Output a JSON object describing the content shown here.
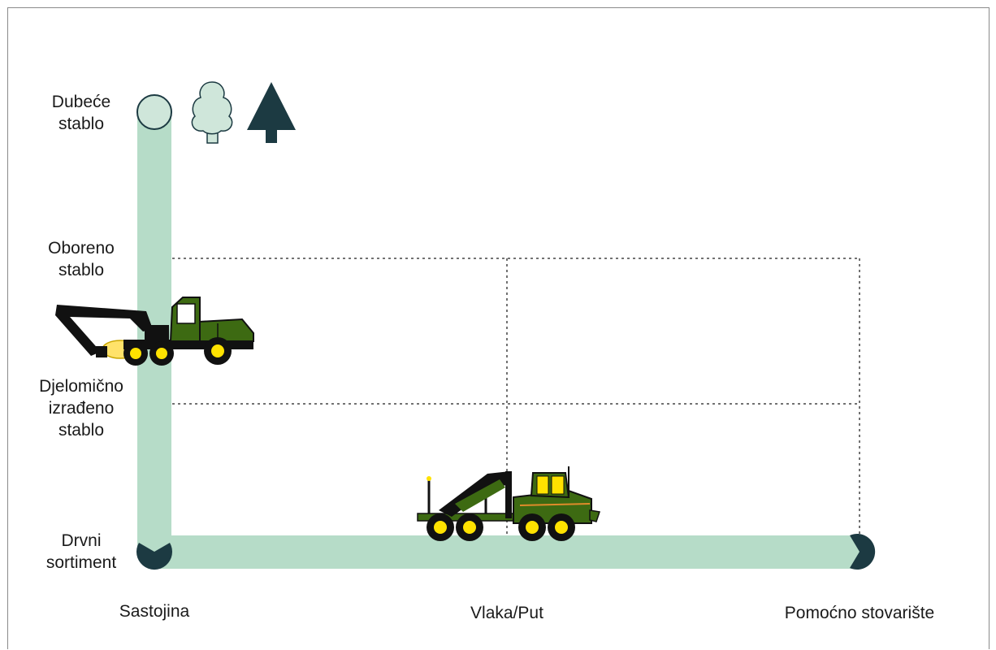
{
  "y_axis": {
    "levels": [
      "Dubeće\nstablo",
      "Oboreno\nstablo",
      "Djelomično\nizrađeno\nstablo",
      "Drvni\nsortiment"
    ]
  },
  "x_axis": {
    "locations": [
      "Sastojina",
      "Vlaka/Put",
      "Pomoćno stovarište"
    ]
  },
  "colors": {
    "path": "#b6dcc8",
    "dark": "#1c3a42",
    "tree_light": "#cfe6da",
    "machine_green": "#3d6a12",
    "machine_black": "#111111",
    "wheel": "#ffe200",
    "grid": "#444444"
  },
  "icons": [
    "deciduous-tree-icon",
    "conifer-tree-icon",
    "harvester-icon",
    "forwarder-icon"
  ]
}
